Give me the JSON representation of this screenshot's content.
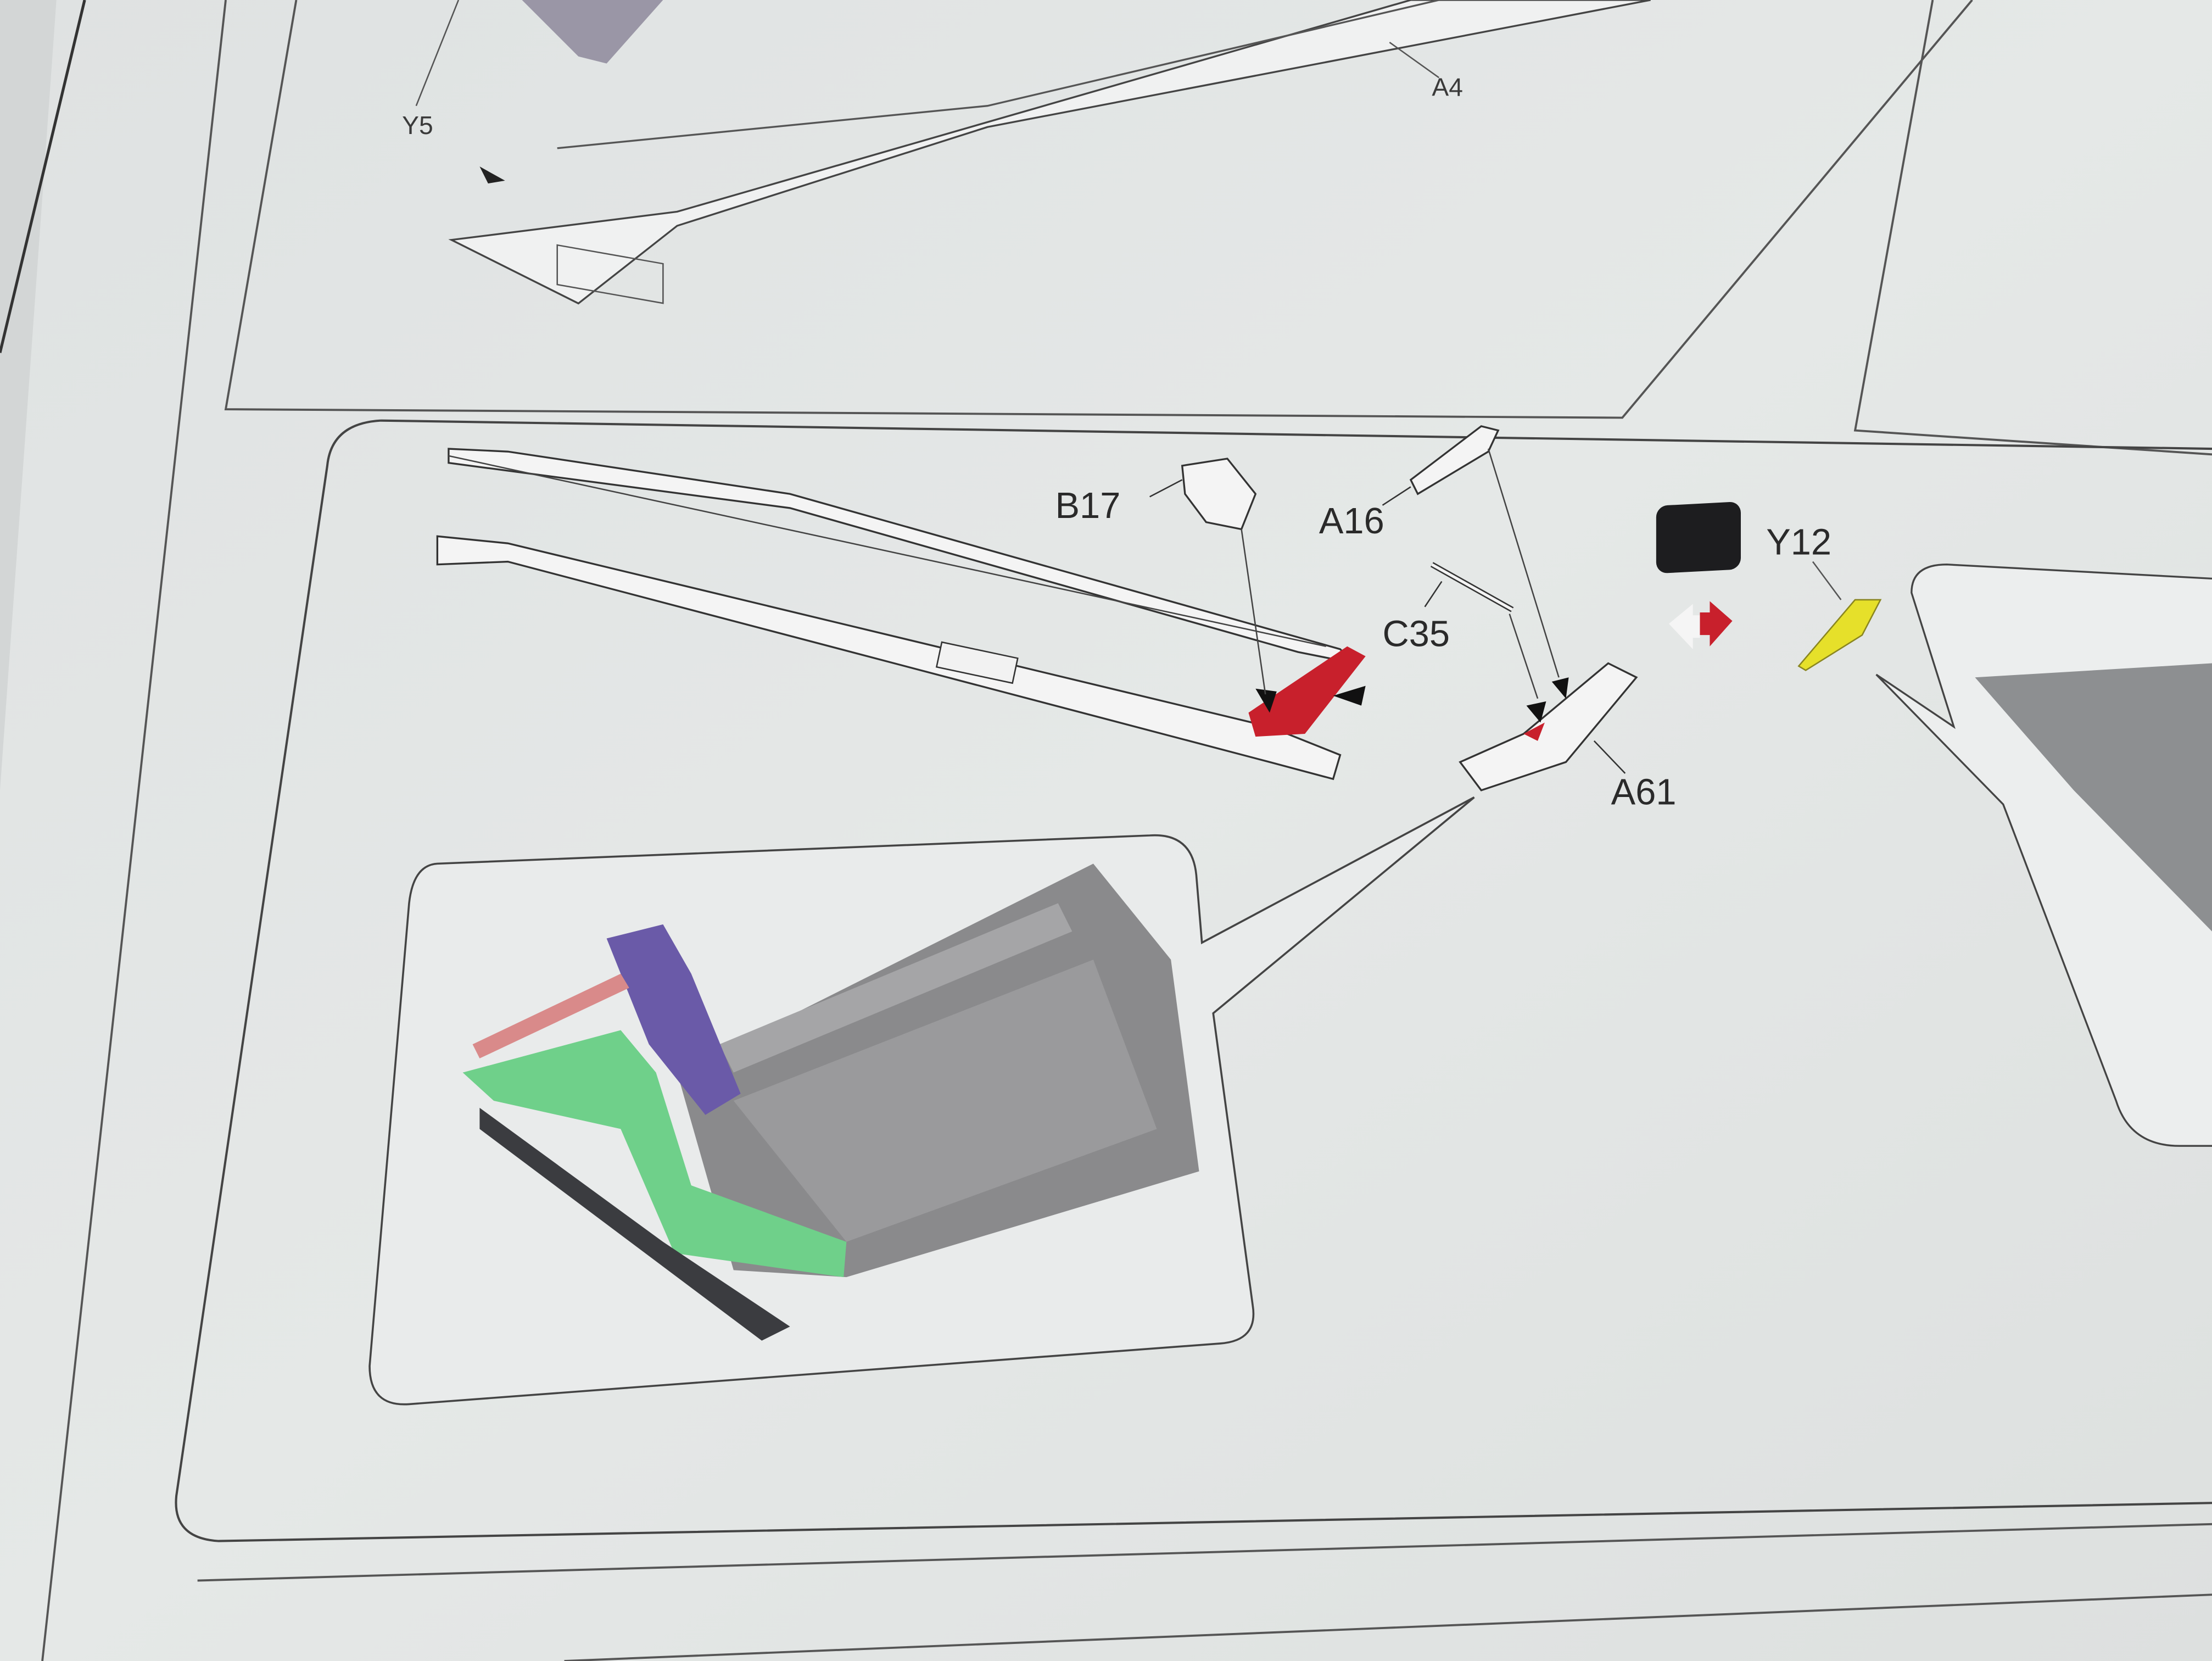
{
  "document": {
    "type": "model kit assembly instructions (photo)",
    "upper_step": {
      "labels": {
        "y5": "Y5",
        "a4": "A4"
      }
    },
    "main_step": {
      "labels": {
        "b17": "B17",
        "a16": "A16",
        "c35": "C35",
        "a61": "A61",
        "y12": "Y12"
      },
      "icons": [
        "bidirectional-arrow-symmetric-icon"
      ]
    },
    "colors": {
      "paper": "#e3e6e5",
      "highlight_red": "#c8202c",
      "photoetch_yellow": "#e6e02a",
      "render_green": "#6fd08a",
      "render_purple": "#6a5aa8",
      "render_pink": "#d98a8a",
      "render_gray": "#8a8a8c"
    }
  }
}
